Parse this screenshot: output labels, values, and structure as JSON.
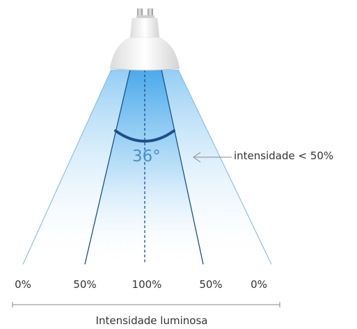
{
  "diagram": {
    "angle_label": "36°",
    "annotation": "intensidade < 50%",
    "intensity_labels": [
      "0%",
      "50%",
      "100%",
      "50%",
      "0%"
    ],
    "axis_title": "Intensidade luminosa"
  },
  "colors": {
    "beam_blue": "#4aa8e6",
    "line_dark": "#1d4f8c",
    "arc": "#1f4e8c",
    "angle_text": "#4a8fcc",
    "text": "#333333",
    "axis": "#888888"
  }
}
